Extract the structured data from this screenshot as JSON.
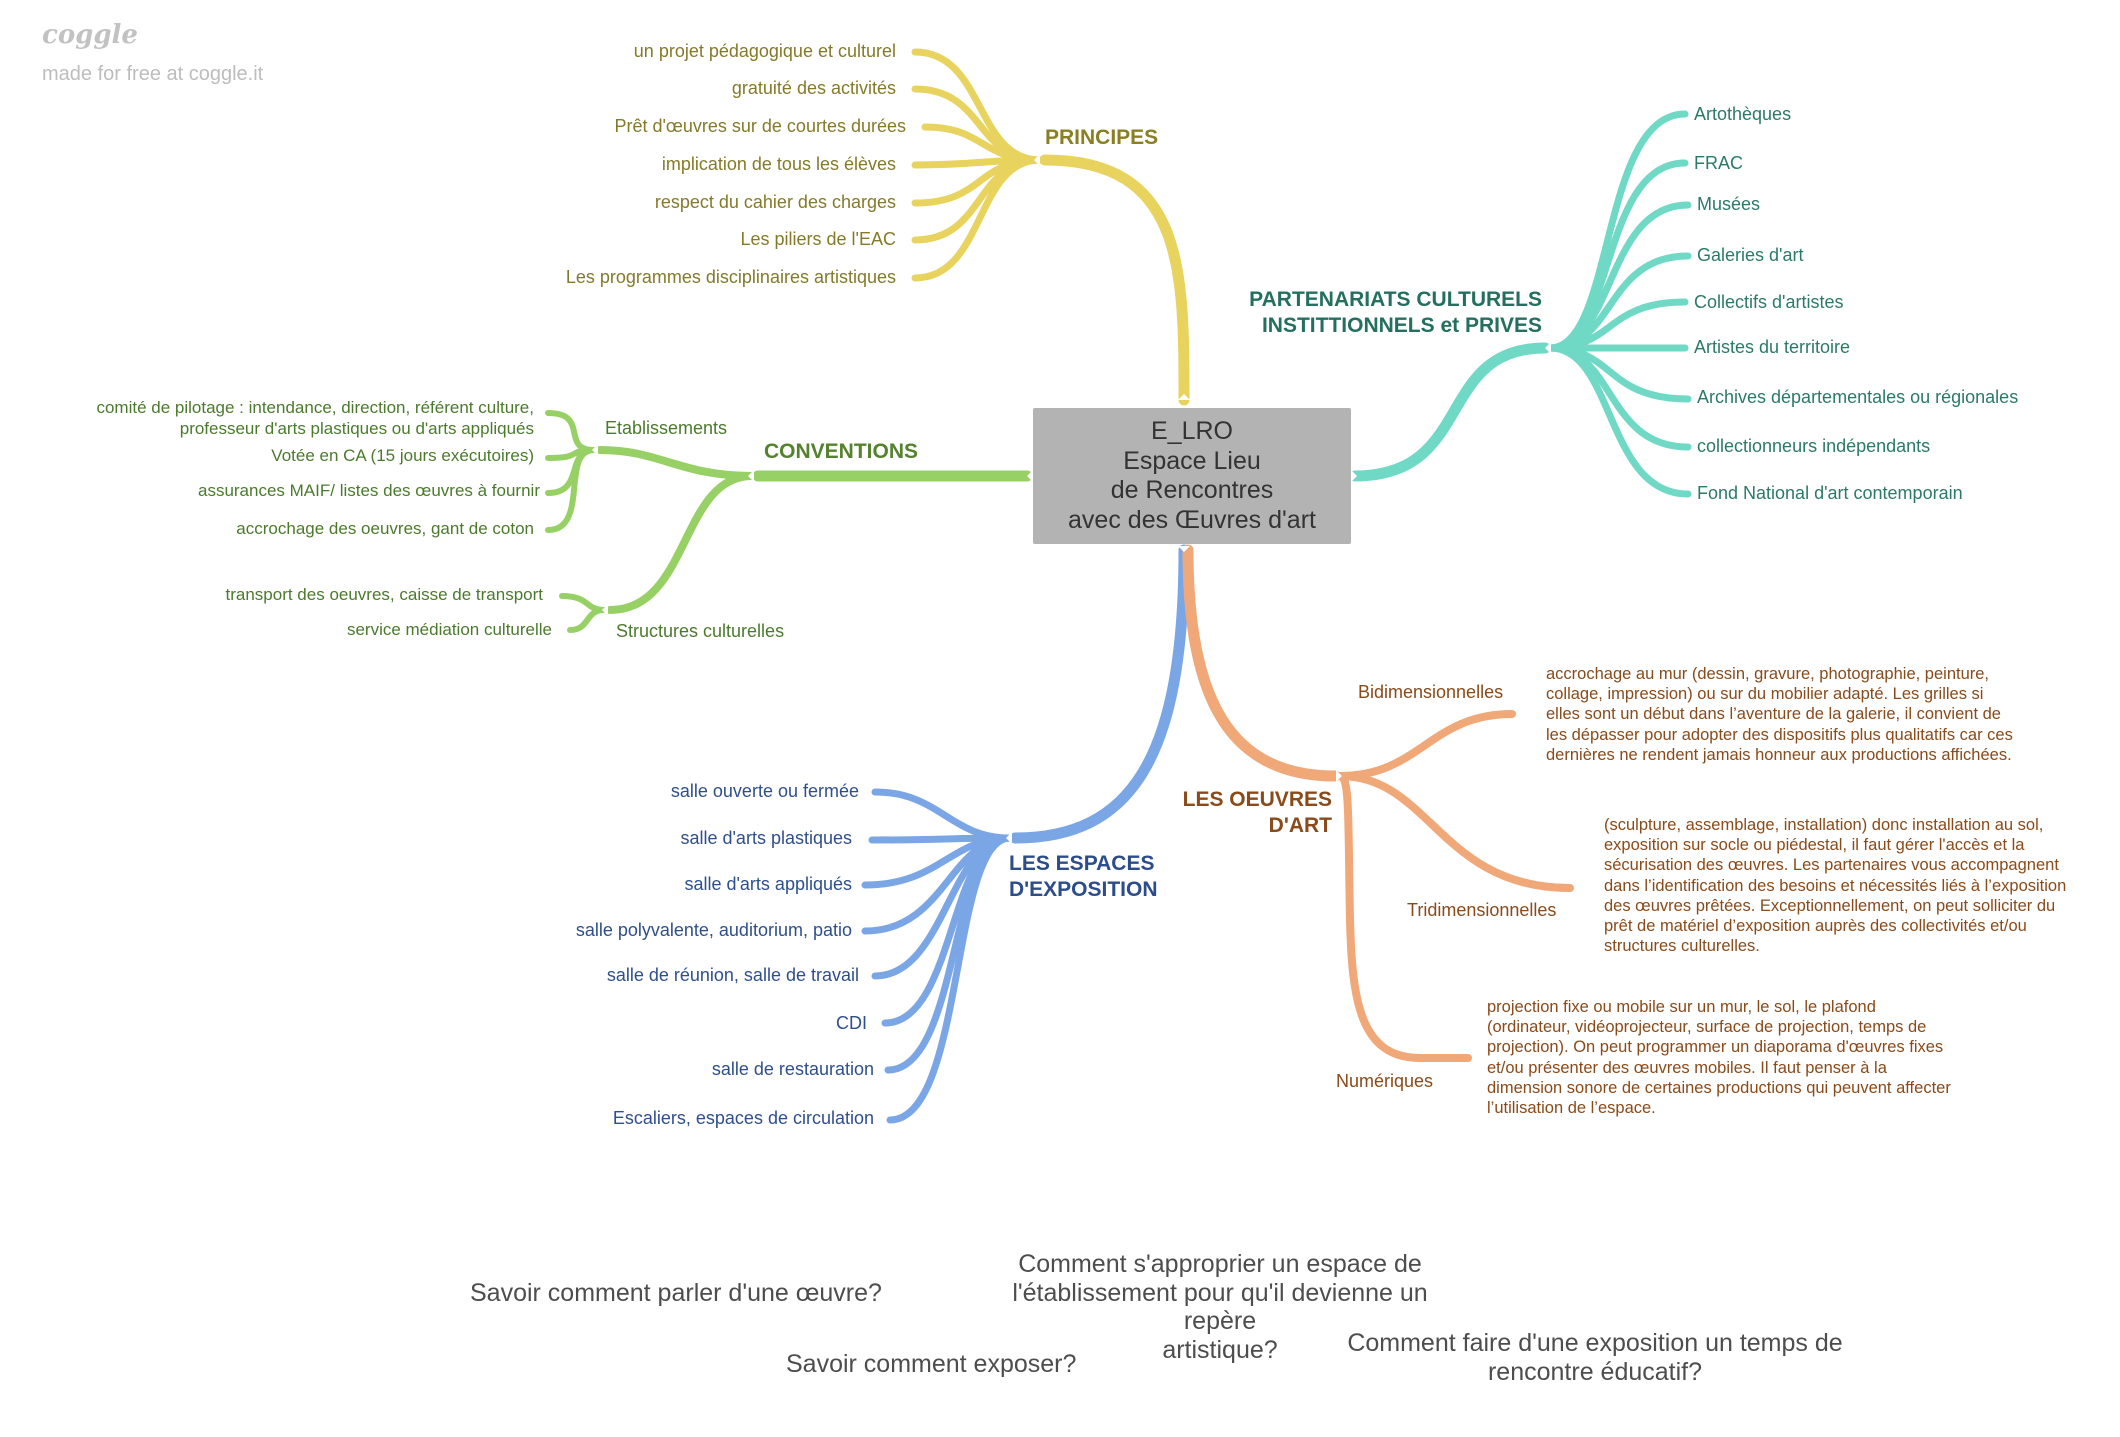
{
  "watermark": {
    "logo": "coggle",
    "tagline": "made for free at coggle.it"
  },
  "colors": {
    "principes": "#e8d35f",
    "partenariats": "#6fd9c5",
    "conventions": "#97d165",
    "espaces": "#7ba6e6",
    "oeuvres": "#f0a878",
    "center": "#b3b3b3"
  },
  "center": {
    "lines": [
      "E_LRO",
      "Espace Lieu",
      "de Rencontres",
      "avec des Œuvres d'art"
    ]
  },
  "principes": {
    "title": "PRINCIPES",
    "items": [
      "un projet pédagogique et culturel",
      "gratuité des activités",
      "Prêt d'œuvres sur de courtes durées",
      "implication de tous les élèves",
      "respect du cahier des charges",
      "Les piliers de l'EAC",
      "Les programmes disciplinaires artistiques"
    ]
  },
  "partenariats": {
    "title_line1": "PARTENARIATS CULTURELS",
    "title_line2": "INSTITTIONNELS et PRIVES",
    "items": [
      "Artothèques",
      "FRAC",
      "Musées",
      "Galeries d'art",
      "Collectifs d'artistes",
      "Artistes du territoire",
      "Archives départementales ou régionales",
      "collectionneurs indépendants",
      "Fond National d'art contemporain"
    ]
  },
  "conventions": {
    "title": "CONVENTIONS",
    "etablissements": {
      "label": "Etablissements",
      "items": [
        "comité de pilotage : intendance, direction, référent culture,\nprofesseur d'arts plastiques ou d'arts appliqués",
        "Votée en CA (15 jours exécutoires)",
        "assurances MAIF/ listes des œuvres à fournir",
        "accrochage des oeuvres, gant de coton"
      ]
    },
    "structures": {
      "label": "Structures culturelles",
      "items": [
        "transport des oeuvres, caisse de transport",
        "service médiation culturelle"
      ]
    }
  },
  "espaces": {
    "title_line1": "LES ESPACES",
    "title_line2": "D'EXPOSITION",
    "items": [
      "salle ouverte ou fermée",
      "salle d'arts plastiques",
      "salle d'arts appliqués",
      "salle polyvalente, auditorium, patio",
      "salle de réunion, salle de travail",
      "CDI",
      "salle de restauration",
      "Escaliers, espaces de circulation"
    ]
  },
  "oeuvres": {
    "title_line1": "LES OEUVRES",
    "title_line2": "D'ART",
    "bidimensionnelles": {
      "label": "Bidimensionnelles",
      "text": "accrochage au mur (dessin, gravure, photographie, peinture,\ncollage, impression) ou sur du mobilier adapté. Les grilles si\nelles sont un début dans l’aventure de la galerie, il convient de\nles dépasser pour adopter des dispositifs plus qualitatifs car ces\ndernières ne rendent jamais honneur aux productions affichées."
    },
    "tridimensionnelles": {
      "label": "Tridimensionnelles",
      "text": "(sculpture, assemblage, installation) donc installation au sol,\nexposition sur socle ou piédestal, il faut gérer l'accès et la\nsécurisation des œuvres. Les partenaires vous accompagnent\ndans l’identification des besoins et nécessités liés à l’exposition\ndes œuvres prêtées. Exceptionnellement, on peut solliciter du\nprêt de matériel d’exposition auprès des collectivités et/ou\nstructures culturelles."
    },
    "numeriques": {
      "label": "Numériques",
      "text": "projection fixe ou mobile sur un mur, le sol, le plafond\n(ordinateur, vidéoprojecteur, surface de projection, temps de\nprojection). On peut programmer un diaporama d'œuvres fixes\net/ou présenter des œuvres mobiles. Il faut penser à la\ndimension sonore de certaines productions qui peuvent affecter\nl’utilisation de l’espace."
    }
  },
  "questions": {
    "q1": "Savoir comment parler d'une œuvre?",
    "q2": "Comment s'approprier un espace de\nl'établissement pour qu'il devienne un repère\nartistique?",
    "q3": "Savoir comment exposer?",
    "q4": "Comment faire d'une exposition un temps de\nrencontre éducatif?"
  }
}
